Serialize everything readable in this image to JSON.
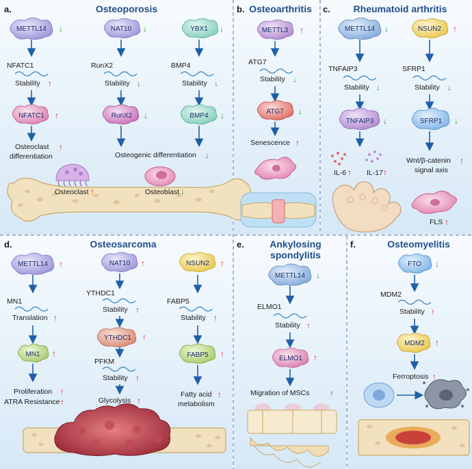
{
  "panels": {
    "a": {
      "label": "a.",
      "title": "Osteoporosis",
      "col1": {
        "enzyme": "METTL14",
        "target": "NFATC1",
        "step": "Stability",
        "product": "NFATC1",
        "outcome_l1": "Osteoclast",
        "outcome_l2": "differentiation"
      },
      "col2": {
        "enzyme": "NAT10",
        "target": "RunX2",
        "step": "Stability",
        "product": "RunX2"
      },
      "col3": {
        "enzyme": "YBX1",
        "target": "BMP4",
        "step": "Stability",
        "product": "BMP4"
      },
      "shared_outcome": "Osteogenic differentiation",
      "cell1": "Osteoclast",
      "cell2": "Osteoblast"
    },
    "b": {
      "label": "b.",
      "title": "Osteoarthritis",
      "enzyme": "METTL3",
      "target": "ATG7",
      "step": "Stability",
      "product": "ATG7",
      "outcome": "Senescence"
    },
    "c": {
      "label": "c.",
      "title": "Rheumatoid arthritis",
      "col1": {
        "enzyme": "METTL14",
        "target": "TNFAIP3",
        "step": "Stability",
        "product": "TNFAIP3",
        "cyt1": "IL-6",
        "cyt2": "IL-17"
      },
      "col2": {
        "enzyme": "NSUN2",
        "target": "SFRP1",
        "step": "Stability",
        "product": "SFRP1",
        "outcome_l1": "Wnt/β-catenin",
        "outcome_l2": "signal axis"
      },
      "cell": "FLS"
    },
    "d": {
      "label": "d.",
      "title": "Osteosarcoma",
      "col1": {
        "enzyme": "METTL14",
        "target": "MN1",
        "step": "Translation",
        "product": "MN1",
        "outcome_l1": "Proliferation",
        "outcome_l2": "ATRA Resistance"
      },
      "col2": {
        "enzyme": "NAT10",
        "target": "YTHDC1",
        "step": "Stability",
        "product": "YTHDC1",
        "target2": "PFKM",
        "step2": "Stability",
        "outcome": "Glycolysis"
      },
      "col3": {
        "enzyme": "NSUN2",
        "target": "FABP5",
        "step": "Stability",
        "product": "FABP5",
        "outcome_l1": "Fatty acid",
        "outcome_l2": "metabolism"
      }
    },
    "e": {
      "label": "e.",
      "title_l1": "Ankylosing",
      "title_l2": "spondylitis",
      "enzyme": "METTL14",
      "target": "ELMO1",
      "step": "Stability",
      "product": "ELMO1",
      "outcome": "Migration of MSCs"
    },
    "f": {
      "label": "f.",
      "title": "Osteomyelitis",
      "enzyme": "FTO",
      "target": "MDM2",
      "step": "Stability",
      "product": "MDM2",
      "outcome": "Ferroptosis"
    }
  },
  "arrows": {
    "up": "↑",
    "down": "↓"
  },
  "colors": {
    "up": "#d62828",
    "down": "#2a9a2a",
    "flow": "#1f5fa8",
    "title": "#1f4e8c"
  }
}
